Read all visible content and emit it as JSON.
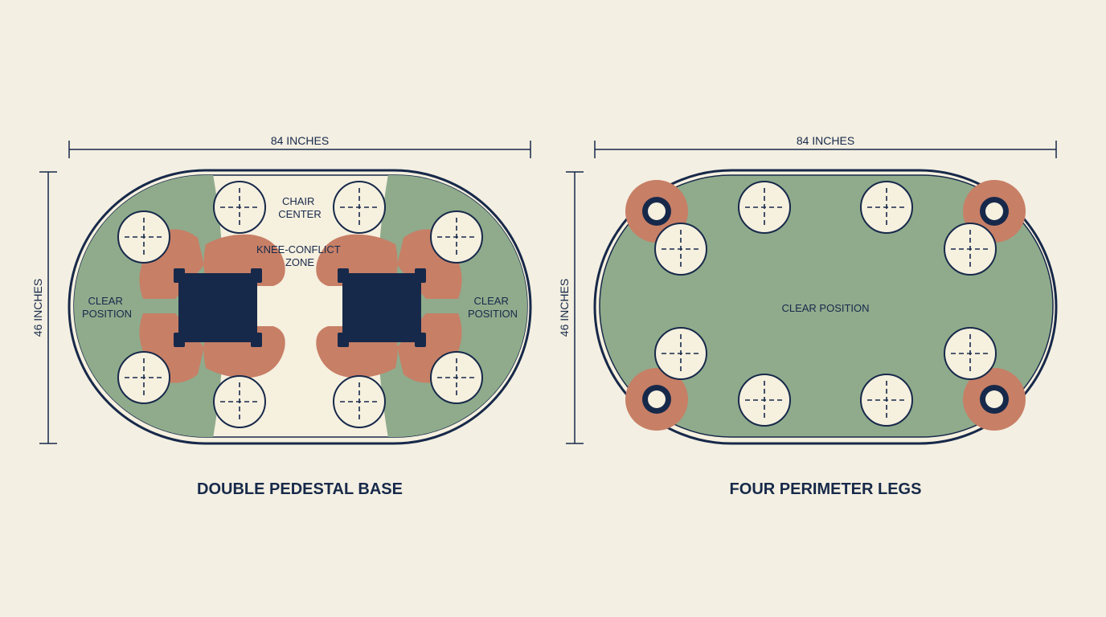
{
  "colors": {
    "background": "#f3efe2",
    "navy": "#17294a",
    "green": "#8fab8c",
    "terracotta": "#c77f66",
    "cream": "#f6f0df"
  },
  "left": {
    "width_label": "84 INCHES",
    "height_label": "46 INCHES",
    "caption": "DOUBLE PEDESTAL BASE",
    "chair_center_label": [
      "CHAIR",
      "CENTER"
    ],
    "knee_zone_label": [
      "KNEE-CONFLICT",
      "ZONE"
    ],
    "clear_left_label": [
      "CLEAR",
      "POSITION"
    ],
    "clear_right_label": [
      "CLEAR",
      "POSITION"
    ]
  },
  "right": {
    "width_label": "84 INCHES",
    "height_label": "46 INCHES",
    "caption": "FOUR PERIMETER LEGS",
    "clear_label": "CLEAR POSITION"
  }
}
